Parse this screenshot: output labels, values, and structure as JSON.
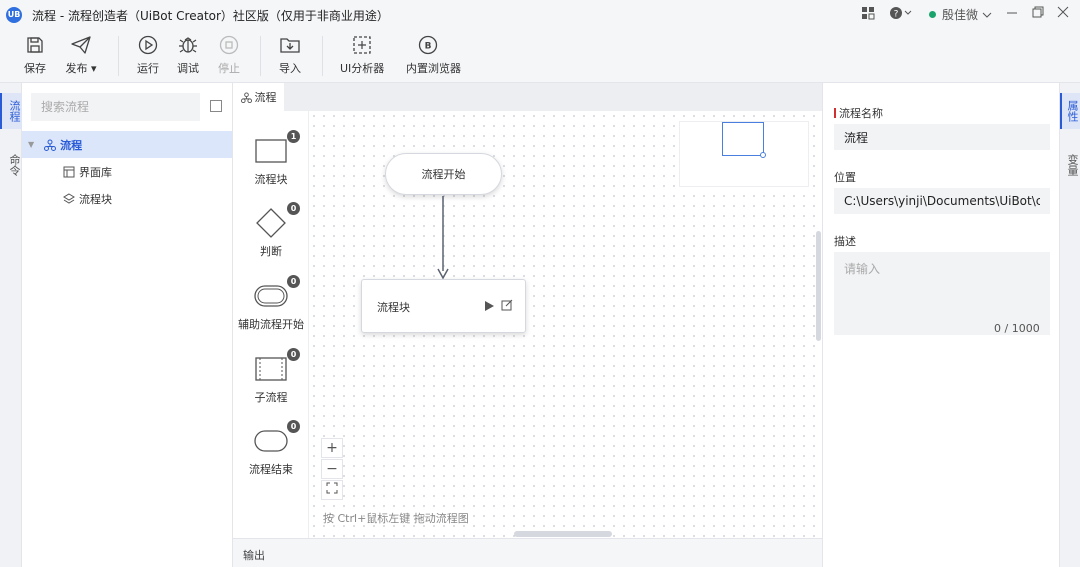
{
  "window": {
    "title": "流程 - 流程创造者（UiBot Creator）社区版（仅用于非商业用途）",
    "logo_text": "UB",
    "user_name": "殷佳微",
    "accent_color": "#2a5bd7"
  },
  "toolbar": {
    "save": "保存",
    "publish": "发布",
    "run": "运行",
    "debug": "调试",
    "stop": "停止",
    "import": "导入",
    "ui_analyzer": "UI分析器",
    "builtin_browser": "内置浏览器"
  },
  "left_tabs": [
    "流程",
    "命令"
  ],
  "right_tabs": [
    "属性",
    "变量"
  ],
  "tree": {
    "search_placeholder": "搜索流程",
    "items": [
      {
        "label": "流程",
        "icon": "flow-icon"
      },
      {
        "label": "界面库",
        "icon": "ui-library-icon"
      },
      {
        "label": "流程块",
        "icon": "layers-icon"
      }
    ]
  },
  "editor": {
    "tab_label": "流程",
    "palette": [
      {
        "label": "流程块",
        "count": "1"
      },
      {
        "label": "判断",
        "count": "0"
      },
      {
        "label": "辅助流程开始",
        "count": "0"
      },
      {
        "label": "子流程",
        "count": "0"
      },
      {
        "label": "流程结束",
        "count": "0"
      }
    ],
    "nodes": {
      "start": "流程开始",
      "block": "流程块"
    },
    "zoom": [
      "+",
      "−"
    ],
    "hint": "按 Ctrl+鼠标左键 拖动流程图",
    "output_label": "输出"
  },
  "properties": {
    "name_label": "流程名称",
    "name_value": "流程",
    "location_label": "位置",
    "location_value": "C:\\Users\\yinji\\Documents\\UiBot\\creator",
    "description_label": "描述",
    "description_placeholder": "请输入",
    "description_counter": "0 / 1000"
  }
}
